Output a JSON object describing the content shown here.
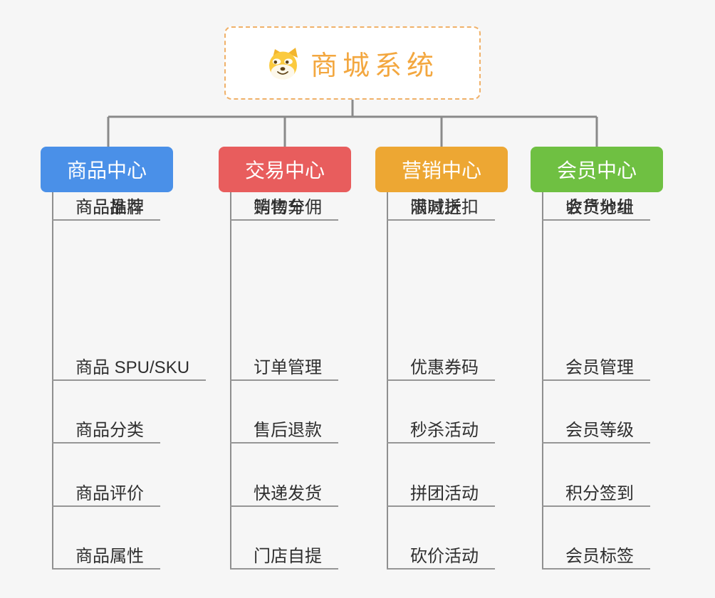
{
  "canvas": {
    "background": "#f6f6f6"
  },
  "root": {
    "title": "商城系统",
    "icon": "shiba-dog-icon",
    "text_color": "#f3a73f",
    "border_color": "#f0b169",
    "background": "#ffffff"
  },
  "colors": {
    "connector": "#8a8a8a",
    "branch_line": "#8f8f8f",
    "item_underline": "#969696",
    "item_text": "#2f2f2f"
  },
  "branches": [
    {
      "label": "商品中心",
      "color": "#4a90e8",
      "items": [
        "商品 SPU/SKU",
        "商品分类",
        "商品评价",
        "商品属性",
        "商品推荐",
        "商品品牌"
      ]
    },
    {
      "label": "交易中心",
      "color": "#e85d5d",
      "items": [
        "订单管理",
        "售后退款",
        "快递发货",
        "门店自提",
        "购物车",
        "销售分佣"
      ]
    },
    {
      "label": "营销中心",
      "color": "#eda733",
      "items": [
        "优惠券码",
        "秒杀活动",
        "拼团活动",
        "砍价活动",
        "限时折扣",
        "满减送"
      ]
    },
    {
      "label": "会员中心",
      "color": "#6fc042",
      "items": [
        "会员管理",
        "会员等级",
        "积分签到",
        "会员标签",
        "会员分组",
        "收货地址"
      ]
    }
  ]
}
